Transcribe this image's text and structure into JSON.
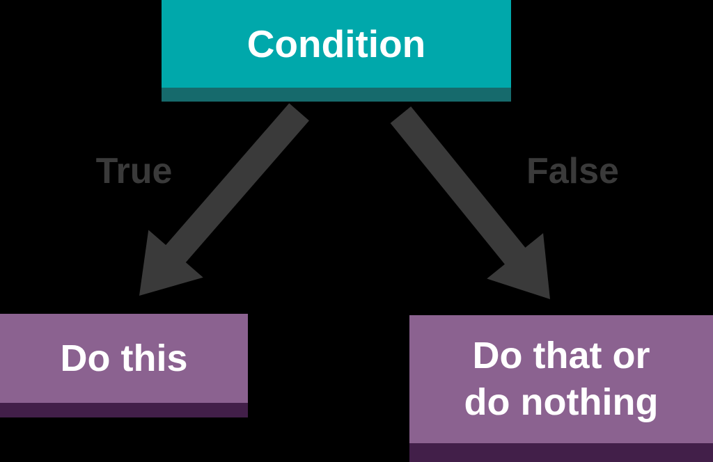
{
  "colors": {
    "background": "#000000",
    "teal": "#00A8AB",
    "teal-shadow": "#166A6C",
    "purple": "#8B6290",
    "purple-shadow": "#421F49",
    "arrow": "#3A3A3A",
    "node-text": "#FFFFFF"
  },
  "nodes": {
    "condition": {
      "label": "Condition"
    },
    "do_this": {
      "label": "Do this"
    },
    "do_that": {
      "line1": "Do that or",
      "line2": "do nothing"
    }
  },
  "edges": {
    "true_label": "True",
    "false_label": "False"
  }
}
